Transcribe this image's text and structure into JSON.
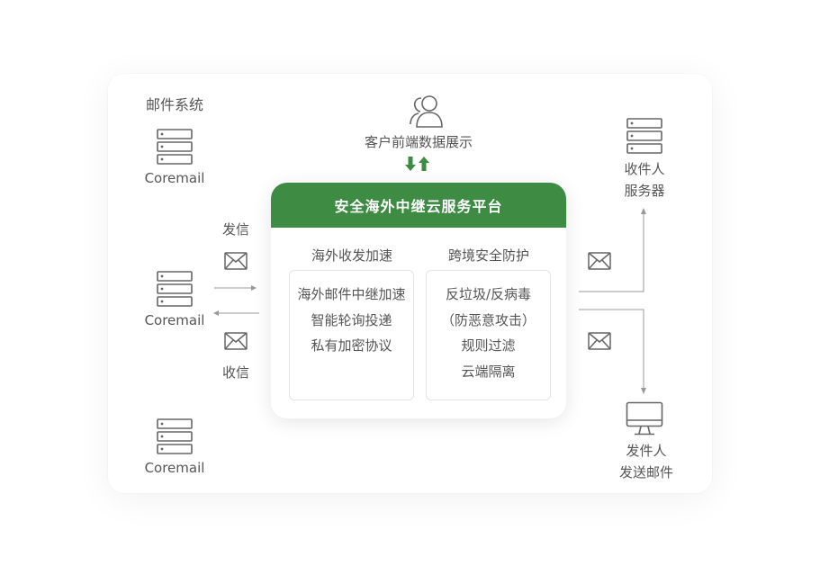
{
  "mail_system": {
    "title": "邮件系统"
  },
  "servers": {
    "top": "Coremail",
    "middle": "Coremail",
    "bottom": "Coremail"
  },
  "send_label": "发信",
  "receive_label": "收信",
  "client": {
    "label": "客户前端数据展示"
  },
  "platform": {
    "title": "安全海外中继云服务平台",
    "col1": {
      "title": "海外收发加速",
      "items": [
        "海外邮件中继加速",
        "智能轮询投递",
        "私有加密协议"
      ]
    },
    "col2": {
      "title": "跨境安全防护",
      "items": [
        "反垃圾/反病毒",
        "（防恶意攻击）",
        "规则过滤",
        "云端隔离"
      ]
    }
  },
  "recipient_server": {
    "line1": "收件人",
    "line2": "服务器"
  },
  "sender": {
    "line1": "发件人",
    "line2": "发送邮件"
  },
  "colors": {
    "accent": "#3e8b43",
    "line": "#999999",
    "text": "#555555"
  },
  "icons": [
    "server-icon",
    "mail-icon",
    "users-icon",
    "sync-arrows-icon",
    "monitor-icon"
  ]
}
